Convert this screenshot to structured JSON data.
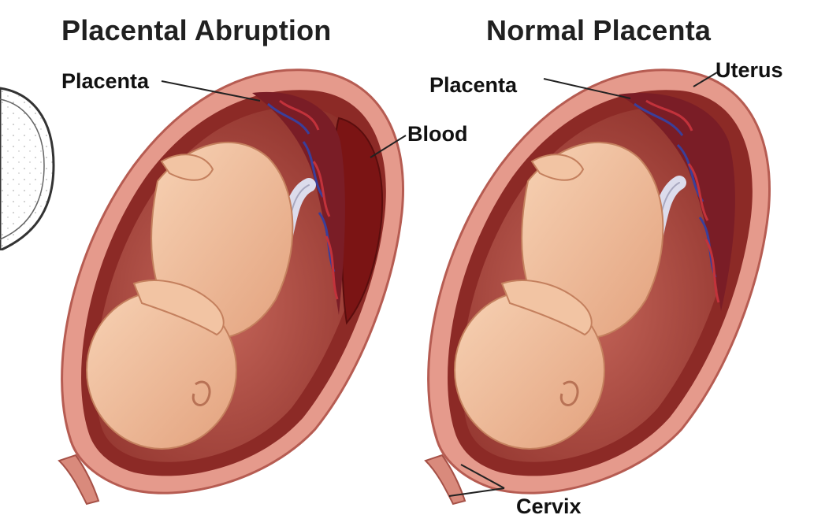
{
  "titles": {
    "left": "Placental Abruption",
    "right": "Normal Placenta"
  },
  "labels": {
    "left_placenta": "Placenta",
    "blood": "Blood",
    "right_placenta": "Placenta",
    "uterus": "Uterus",
    "cervix": "Cervix"
  },
  "colors": {
    "uterus_wall": "#e59a8c",
    "uterus_inner": "#8c2a26",
    "amniotic_cavity": "#b04a40",
    "placenta": "#7a1d26",
    "vessels_blue": "#3a3f9a",
    "vessels_red": "#c2323b",
    "fetus_skin": "#f1bf9c",
    "cord": "#dcdcec",
    "blood_pool": "#7b1414"
  }
}
